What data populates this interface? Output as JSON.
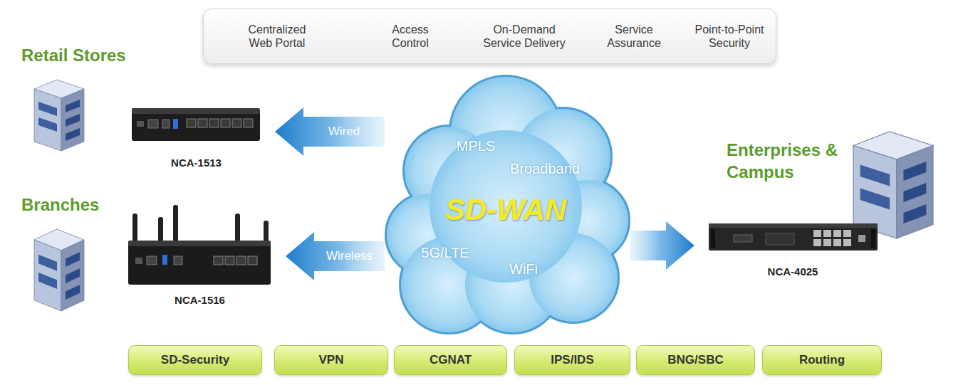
{
  "diagram": {
    "nodes": [
      {
        "text": [
          "Centralized Web Portal",
          "Access Control",
          "On-Demand Service Delivery",
          "Service Assurance",
          "Point-to-Point Security"
        ]
      },
      {
        "text": [
          "NCA-1513"
        ]
      },
      {
        "text": [
          "MPLS",
          "Broadband",
          "SD-WAN",
          "5G/LTE",
          "WiFi"
        ]
      },
      {
        "text": [
          "NCA-4025"
        ]
      },
      {
        "text": [
          "NCA-1516"
        ]
      },
      {
        "text": [
          "SD-Security"
        ]
      },
      {
        "text": [
          "VPN"
        ]
      },
      {
        "text": [
          "CGNAT"
        ]
      },
      {
        "text": [
          "IPS/IDS"
        ]
      },
      {
        "text": [
          "BNG/SBC"
        ]
      },
      {
        "text": [
          "Routing"
        ]
      }
    ],
    "edges": [
      {
        "from": 2,
        "to": 1,
        "label": "Wired",
        "arrow": "to"
      },
      {
        "from": 2,
        "to": 4,
        "label": "Wireless",
        "arrow": "to"
      },
      {
        "from": 2,
        "to": 3,
        "arrow": "to"
      }
    ],
    "labels": [
      "Retail Stores",
      "Branches",
      "Enterprises & Campus"
    ]
  }
}
